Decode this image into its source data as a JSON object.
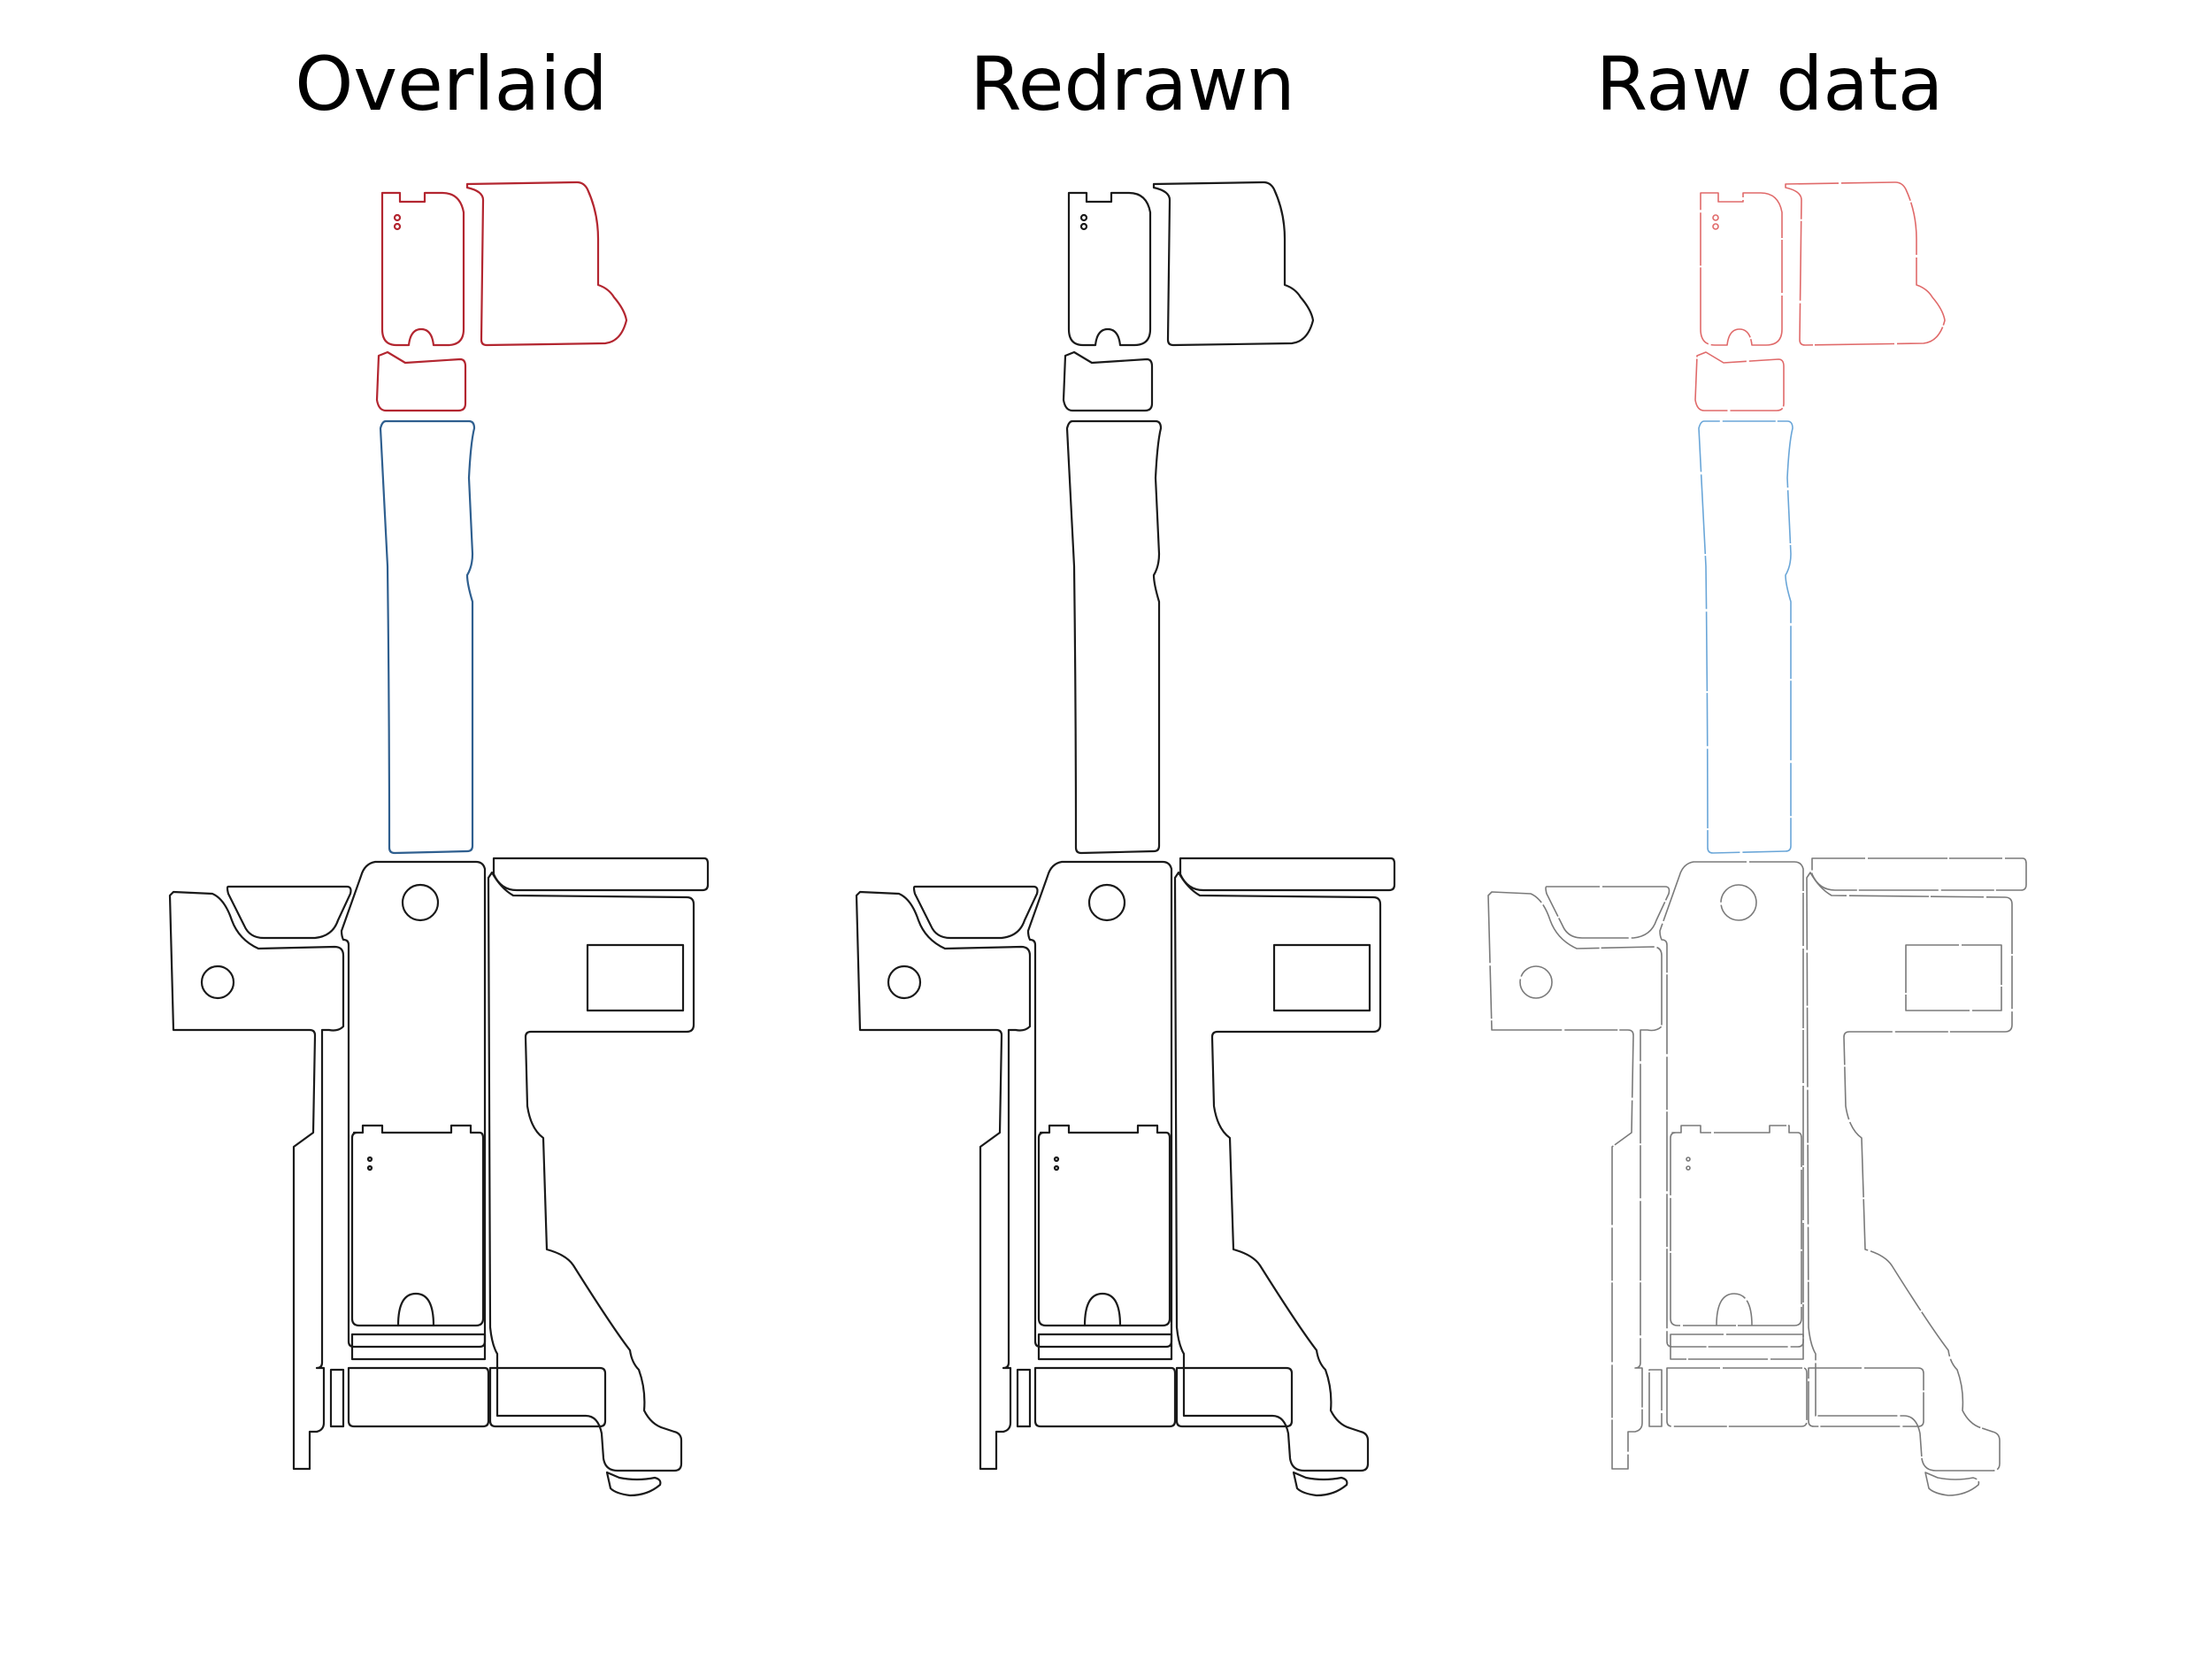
{
  "panels": [
    {
      "title": "Overlaid",
      "outline_color": "#1a1a1a",
      "top_color": "#b32630",
      "column_color": "#2f5f8f",
      "stroke_style": "solid"
    },
    {
      "title": "Redrawn",
      "outline_color": "#1a1a1a",
      "top_color": "#1a1a1a",
      "column_color": "#1a1a1a",
      "stroke_style": "solid"
    },
    {
      "title": "Raw data",
      "outline_color": "#7a7a7a",
      "top_color": "#e06a6a",
      "column_color": "#6aa6d8",
      "stroke_style": "raw"
    }
  ]
}
